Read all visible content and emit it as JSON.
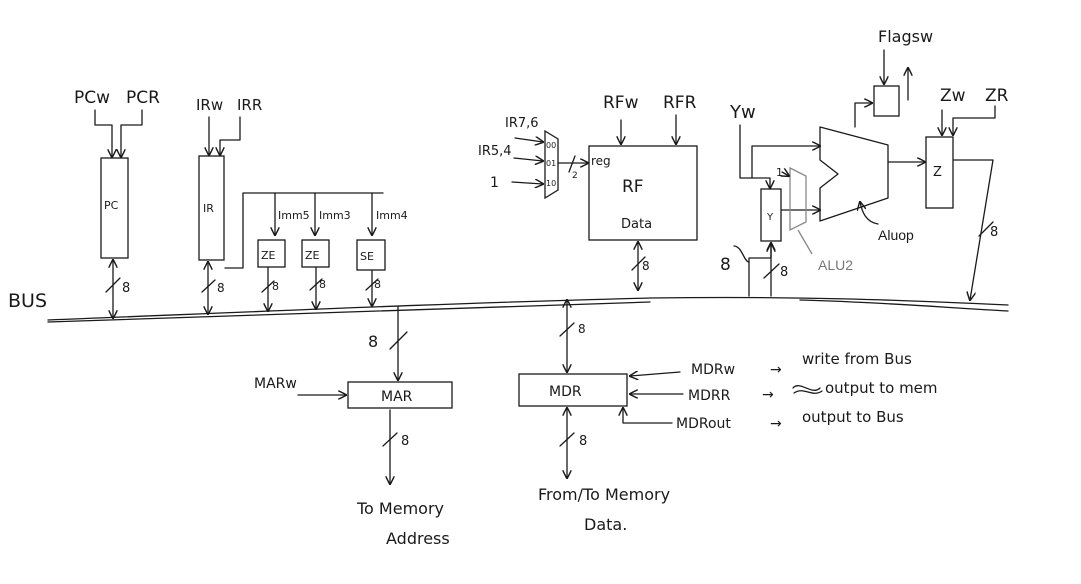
{
  "bus": {
    "label": "BUS"
  },
  "pc": {
    "label": "PC",
    "w_signal": "PCw",
    "r_signal": "PCR",
    "bus_width": "8"
  },
  "ir": {
    "label": "IR",
    "w_signal": "IRw",
    "r_signal": "IRR",
    "bus_width": "8"
  },
  "imm_units": [
    {
      "label": "ZE",
      "input": "Imm5",
      "bus_width": "8"
    },
    {
      "label": "ZE",
      "input": "Imm3",
      "bus_width": "8"
    },
    {
      "label": "SE",
      "input": "Imm4",
      "bus_width": "8"
    }
  ],
  "mux": {
    "inputs": [
      "IR7,6",
      "IR5,4",
      "1"
    ],
    "selects": [
      "00",
      "01",
      "10"
    ],
    "output_width": "2",
    "output_label": "reg"
  },
  "rf": {
    "title": "RF",
    "subtitle": "Data",
    "w_signal": "RFw",
    "r_signal": "RFR",
    "bus_width": "8"
  },
  "y_reg": {
    "label": "Y",
    "w_signal": "Yw",
    "in_width": "8",
    "bus_width": "8"
  },
  "alu": {
    "input_one": "1",
    "select_label": "ALU2",
    "op_label": "Aluop"
  },
  "flags": {
    "label": "Flagsw"
  },
  "z_reg": {
    "label": "Z",
    "w_signal": "Zw",
    "r_signal": "ZR",
    "bus_width": "8"
  },
  "mar": {
    "label": "MAR",
    "w_signal": "MARw",
    "in_width": "8",
    "out_width": "8",
    "dest_line1": "To Memory",
    "dest_line2": "Address"
  },
  "mdr": {
    "label": "MDR",
    "bus_width": "8",
    "mem_width": "8",
    "dest_line1": "From/To Memory",
    "dest_line2": "Data.",
    "signals": [
      {
        "name": "MDRw",
        "desc": "write from Bus"
      },
      {
        "name": "MDRR",
        "desc": "output to mem"
      },
      {
        "name": "MDRout",
        "desc": "output to Bus"
      }
    ]
  }
}
